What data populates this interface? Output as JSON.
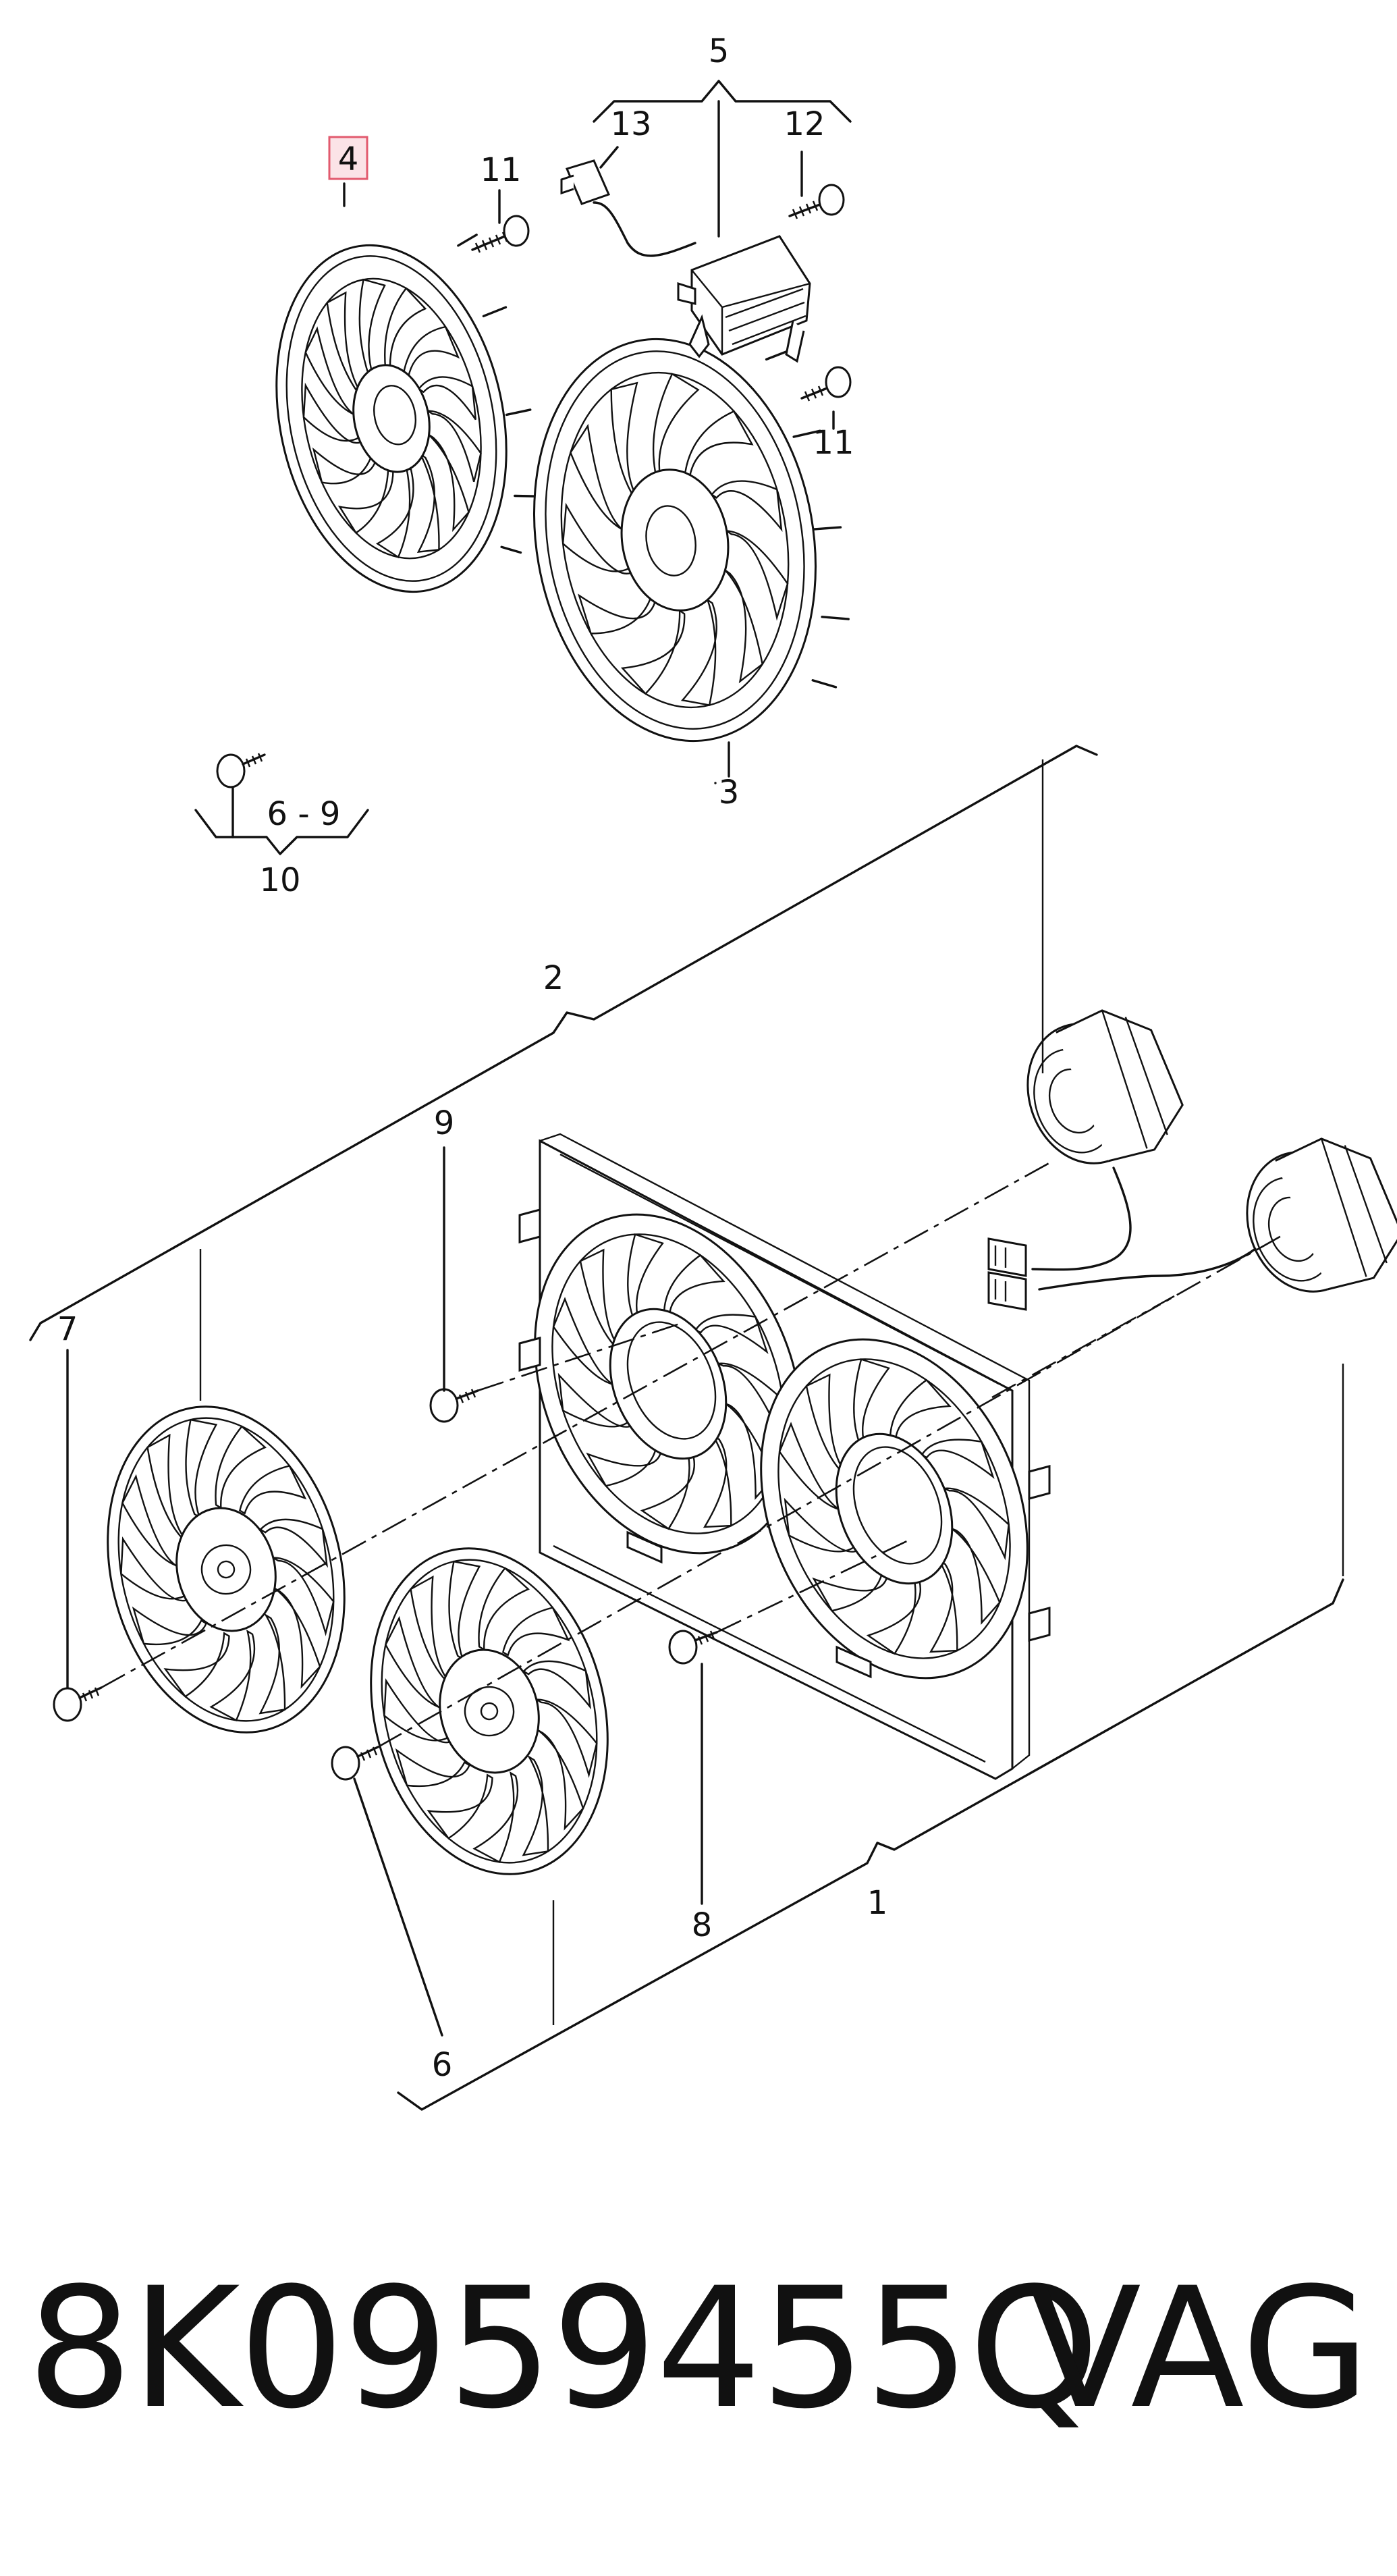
{
  "diagram": {
    "callouts": {
      "c1": "1",
      "c2": "2",
      "c3": "3",
      "c4": "4",
      "c5": "5",
      "c6": "6",
      "c6b": "6 - 9",
      "c7": "7",
      "c8": "8",
      "c9": "9",
      "c10": "10",
      "c11a": "11",
      "c11b": "11",
      "c12": "12",
      "c13": "13"
    },
    "highlight_color": "#e25a6e",
    "highlight_fill": "#fbe3e7"
  },
  "footer": {
    "part_number": "8K0959455Q",
    "brand": "VAG"
  }
}
